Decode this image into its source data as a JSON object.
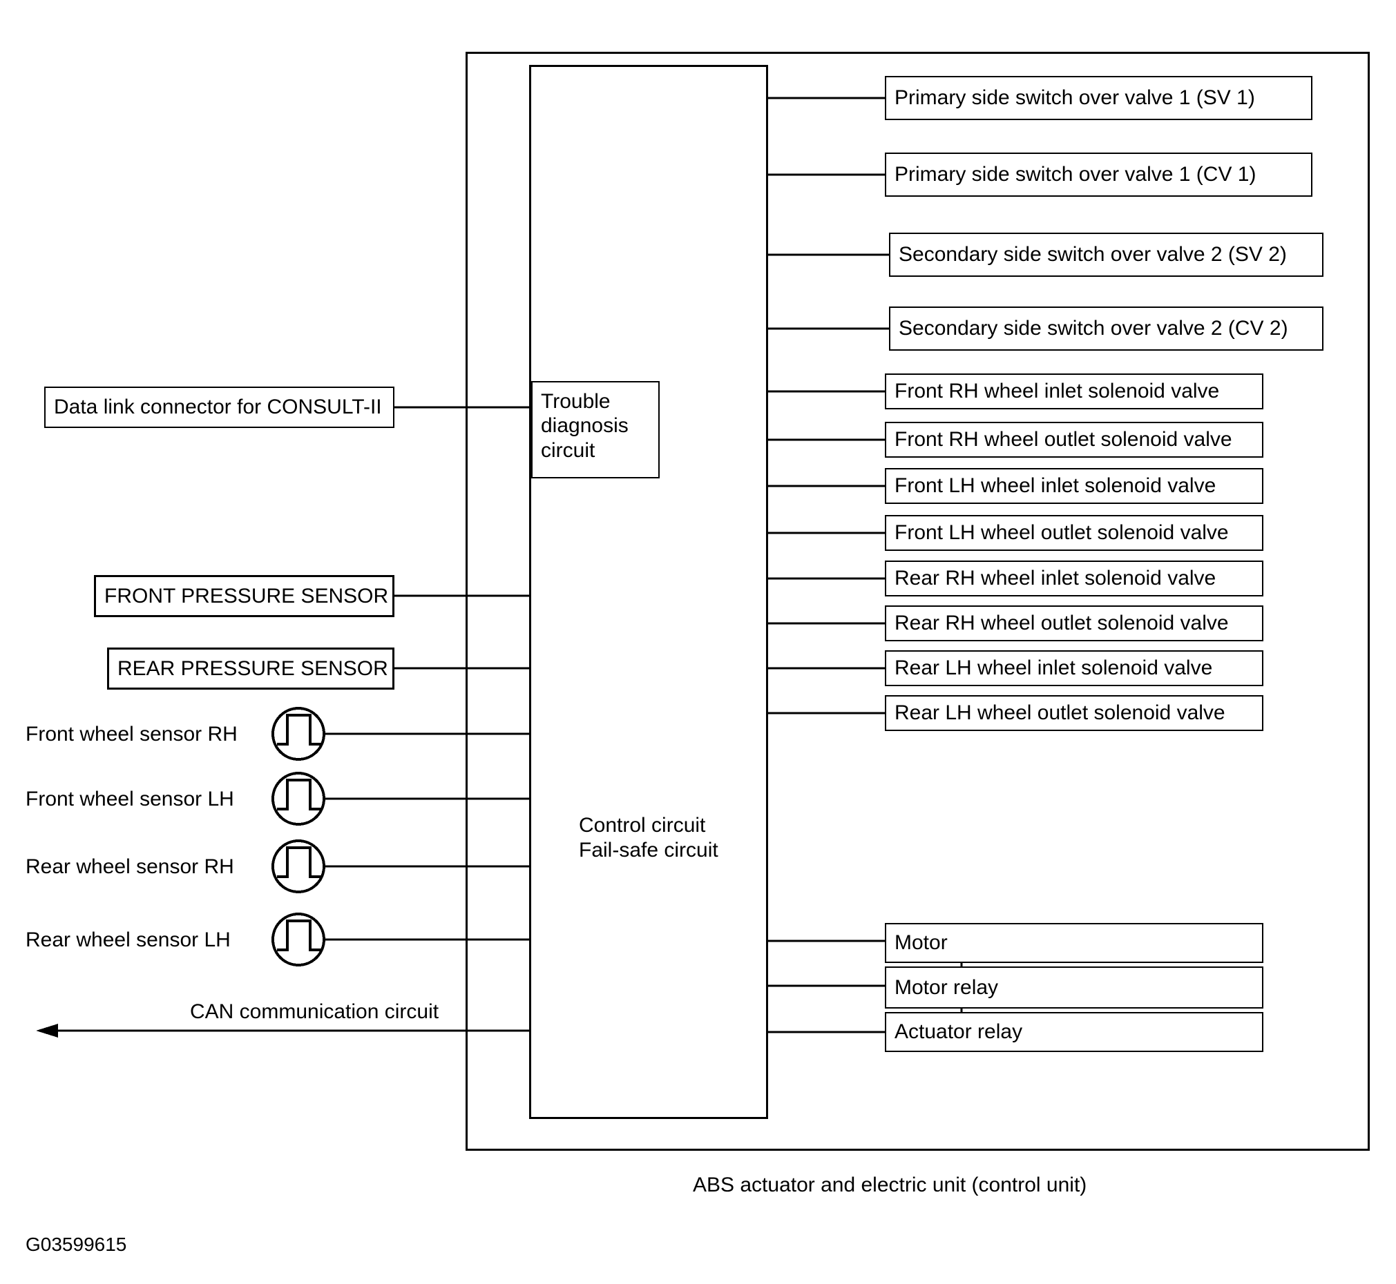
{
  "figure": {
    "id_code": "G03599615",
    "caption": "ABS actuator and electric unit (control unit)"
  },
  "control_unit": {
    "trouble_diagnosis_label": "Trouble\ndiagnosis\ncircuit",
    "control_circuit_label": "Control circuit\nFail-safe circuit"
  },
  "inputs": {
    "data_link": "Data link connector for CONSULT-II",
    "front_pressure_sensor": "FRONT PRESSURE SENSOR",
    "rear_pressure_sensor": "REAR PRESSURE SENSOR",
    "wheel_sensors": [
      {
        "label": "Front  wheel sensor RH"
      },
      {
        "label": "Front wheel sensor LH"
      },
      {
        "label": "Rear  wheel sensor RH"
      },
      {
        "label": "Rear wheel sensor LH"
      }
    ],
    "can_label": "CAN communication circuit"
  },
  "outputs": {
    "switch_over_valves": [
      {
        "label": "Primary side  switch over valve 1 (SV 1)"
      },
      {
        "label": "Primary side  switch over valve 1 (CV 1)"
      },
      {
        "label": "Secondary side  switch over valve 2 (SV 2)"
      },
      {
        "label": "Secondary side  switch over valve 2 (CV 2)"
      }
    ],
    "solenoid_valves": [
      {
        "label": "Front RH wheel inlet solenoid valve"
      },
      {
        "label": "Front RH wheel outlet solenoid valve"
      },
      {
        "label": "Front LH wheel inlet solenoid valve"
      },
      {
        "label": "Front LH wheel outlet solenoid valve"
      },
      {
        "label": "Rear RH wheel inlet solenoid valve"
      },
      {
        "label": "Rear RH wheel outlet solenoid valve"
      },
      {
        "label": "Rear LH wheel inlet solenoid valve"
      },
      {
        "label": "Rear LH wheel outlet solenoid valve"
      }
    ],
    "motor_group": [
      {
        "label": "Motor"
      },
      {
        "label": "Motor relay"
      },
      {
        "label": "Actuator relay"
      }
    ]
  },
  "colors": {
    "line": "#000000",
    "background": "#ffffff"
  }
}
